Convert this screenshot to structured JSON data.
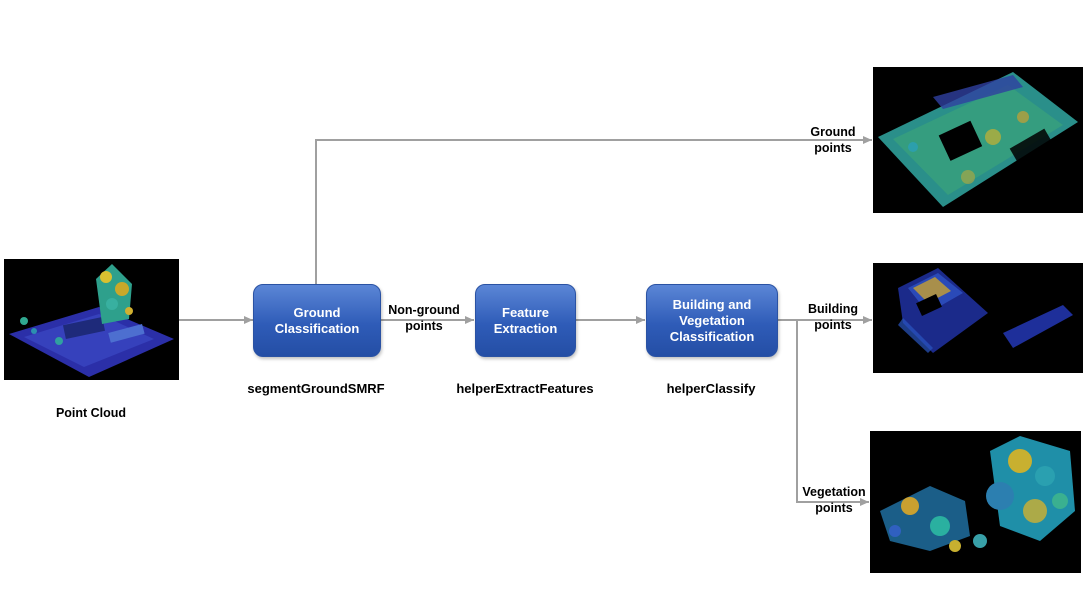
{
  "inputs": {
    "point_cloud": "Point Cloud"
  },
  "boxes": {
    "ground": {
      "line1": "Ground",
      "line2": "Classification"
    },
    "feature": {
      "line1": "Feature",
      "line2": "Extraction"
    },
    "classify": {
      "line1": "Building and",
      "line2": "Vegetation",
      "line3": "Classification"
    }
  },
  "functions": {
    "ground": "segmentGroundSMRF",
    "feature": "helperExtractFeatures",
    "classify": "helperClassify"
  },
  "edges": {
    "nonground": {
      "line1": "Non-ground",
      "line2": "points"
    },
    "ground": {
      "line1": "Ground",
      "line2": "points"
    },
    "building": {
      "line1": "Building",
      "line2": "points"
    },
    "vegetation": {
      "line1": "Vegetation",
      "line2": "points"
    }
  },
  "colors": {
    "box_top": "#5b86d6",
    "box_bottom": "#244ea5",
    "arrow": "#a0a0a0",
    "image_bg": "#000000"
  }
}
